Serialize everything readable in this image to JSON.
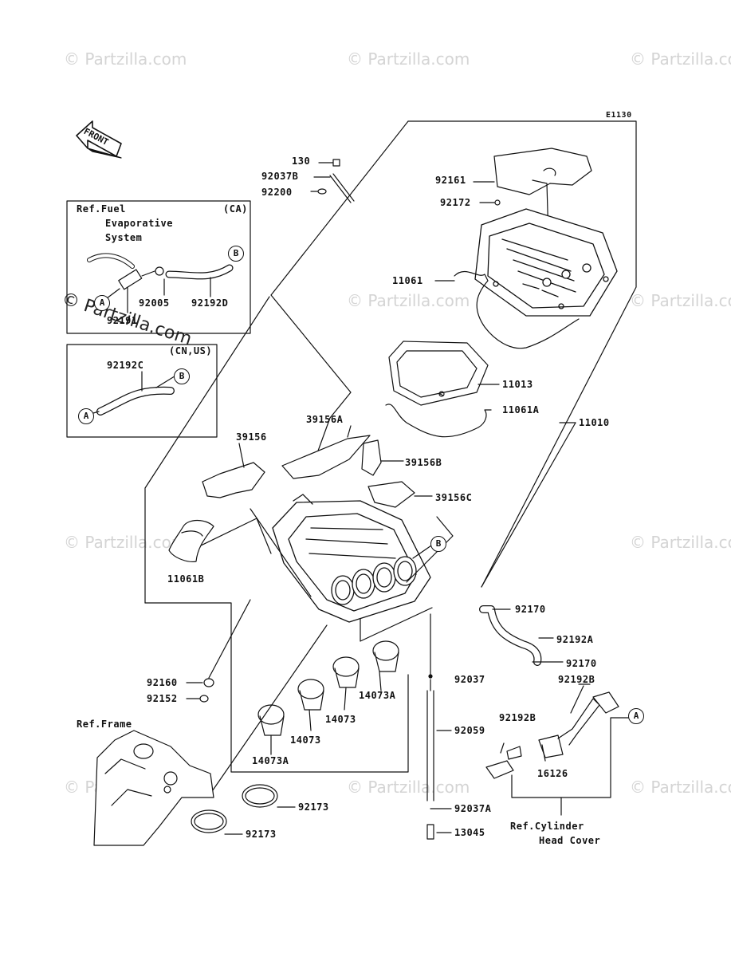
{
  "diagram_id": "E1130",
  "front_label": "FRONT",
  "watermark": "© Partzilla.com",
  "boxes": {
    "ca": {
      "title_line1": "Ref.Fuel",
      "title_line2": "Evaporative",
      "title_line3": "System",
      "region": "(CA)"
    },
    "cnus": {
      "region": "(CN,US)"
    }
  },
  "callouts": {
    "a": "A",
    "b": "B"
  },
  "parts": {
    "p130": "130",
    "p92037b": "92037B",
    "p92200": "92200",
    "p92161": "92161",
    "p92172": "92172",
    "p11061": "11061",
    "p11013": "11013",
    "p11061a": "11061A",
    "p11010": "11010",
    "p39156a": "39156A",
    "p39156": "39156",
    "p39156b": "39156B",
    "p39156c": "39156C",
    "p11061b": "11061B",
    "p92170a": "92170",
    "p92192a": "92192A",
    "p92170b": "92170",
    "p92160": "92160",
    "p92152": "92152",
    "p92037": "92037",
    "p92192b1": "92192B",
    "p92192b2": "92192B",
    "p14073a1": "14073A",
    "p14073a2": "14073A",
    "p14073_1": "14073",
    "p14073_2": "14073",
    "p92059": "92059",
    "p16126": "16126",
    "p92173a": "92173",
    "p92173b": "92173",
    "p92037a": "92037A",
    "p13045": "13045",
    "p92005": "92005",
    "p92192d": "92192D",
    "p92191": "92191",
    "p92192c": "92192C"
  },
  "refs": {
    "frame": "Ref.Frame",
    "cyl_line1": "Ref.Cylinder",
    "cyl_line2": "Head Cover"
  }
}
